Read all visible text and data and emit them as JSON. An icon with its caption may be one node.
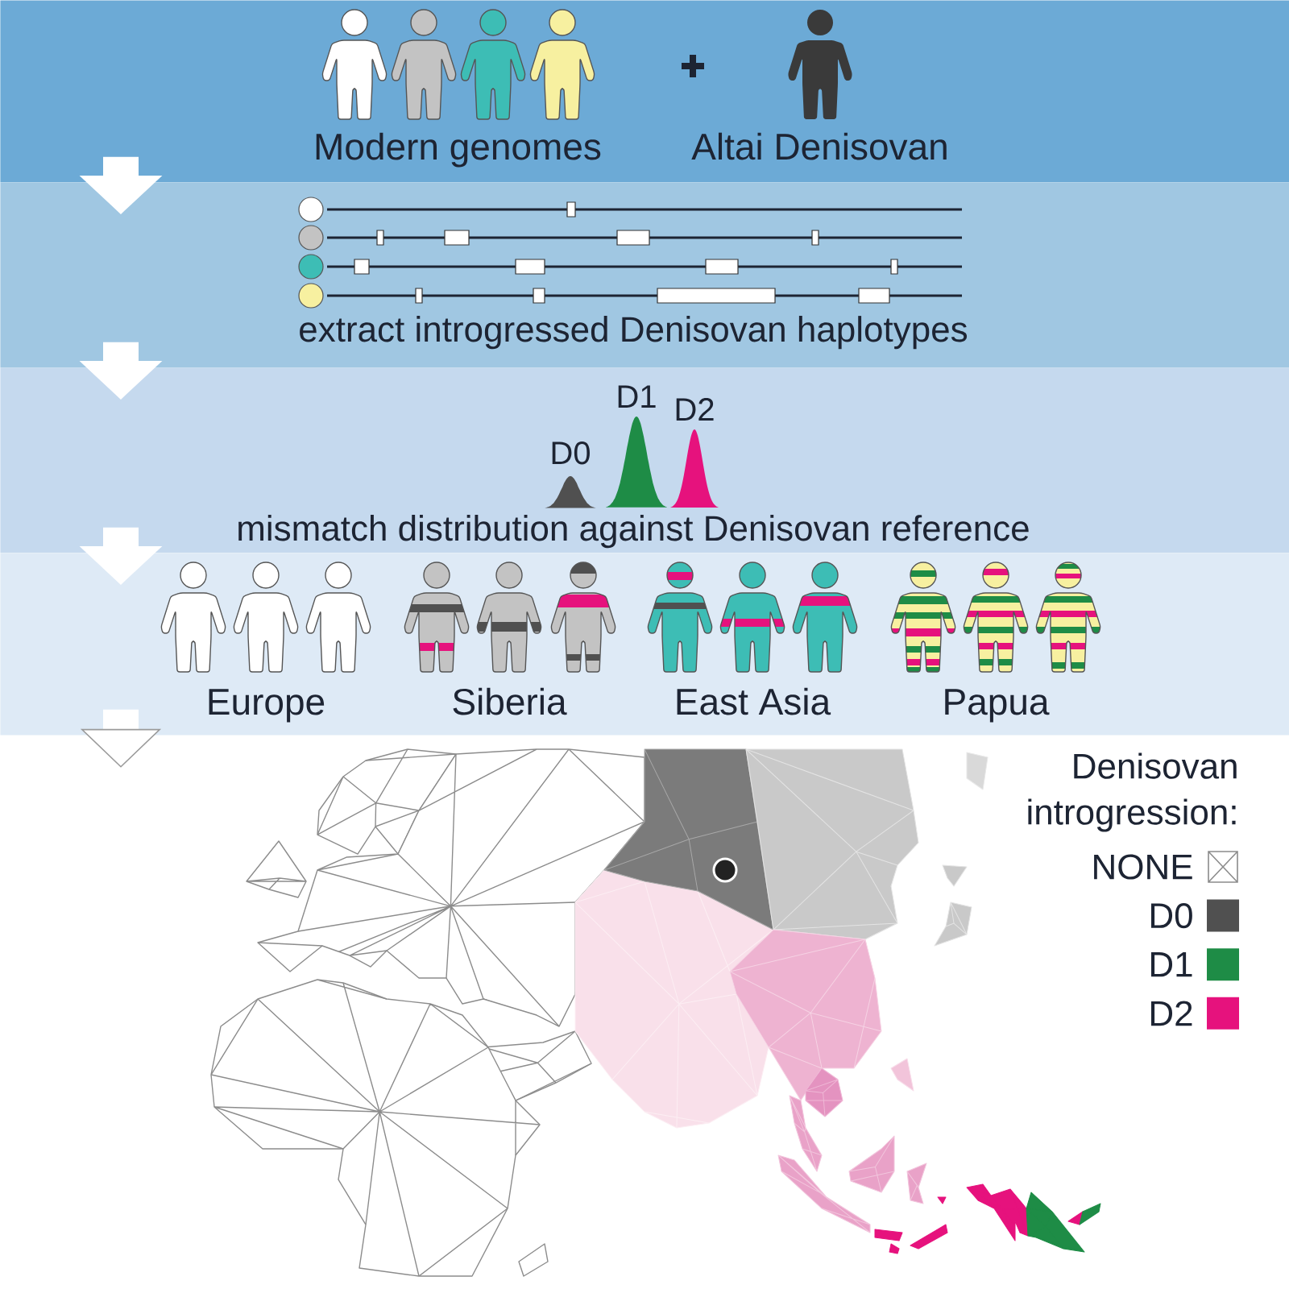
{
  "diagram": {
    "nodes": [
      {
        "text": [
          "Modern genomes",
          "Altai Denisovan"
        ]
      },
      {
        "text": [
          "extract introgressed Denisovan haplotypes"
        ]
      },
      {
        "text": [
          "D0",
          "D1",
          "D2",
          "mismatch distribution against Denisovan reference"
        ]
      },
      {
        "text": [
          "Europe",
          "Siberia",
          "East Asia",
          "Papua"
        ]
      }
    ],
    "edges": [
      {
        "from": 0,
        "to": 1,
        "arrow": "to"
      },
      {
        "from": 1,
        "to": 2,
        "arrow": "to"
      },
      {
        "from": 2,
        "to": 3,
        "arrow": "to"
      },
      {
        "from": 3,
        "to": null,
        "arrow": "to"
      }
    ],
    "labels": [
      "Denisovan introgression:"
    ],
    "legend": [
      {
        "text": "NONE"
      },
      {
        "text": "D0",
        "color": "#505050"
      },
      {
        "text": "D1",
        "color": "#1e8c46"
      },
      {
        "text": "D2",
        "color": "#e6127d"
      }
    ]
  }
}
